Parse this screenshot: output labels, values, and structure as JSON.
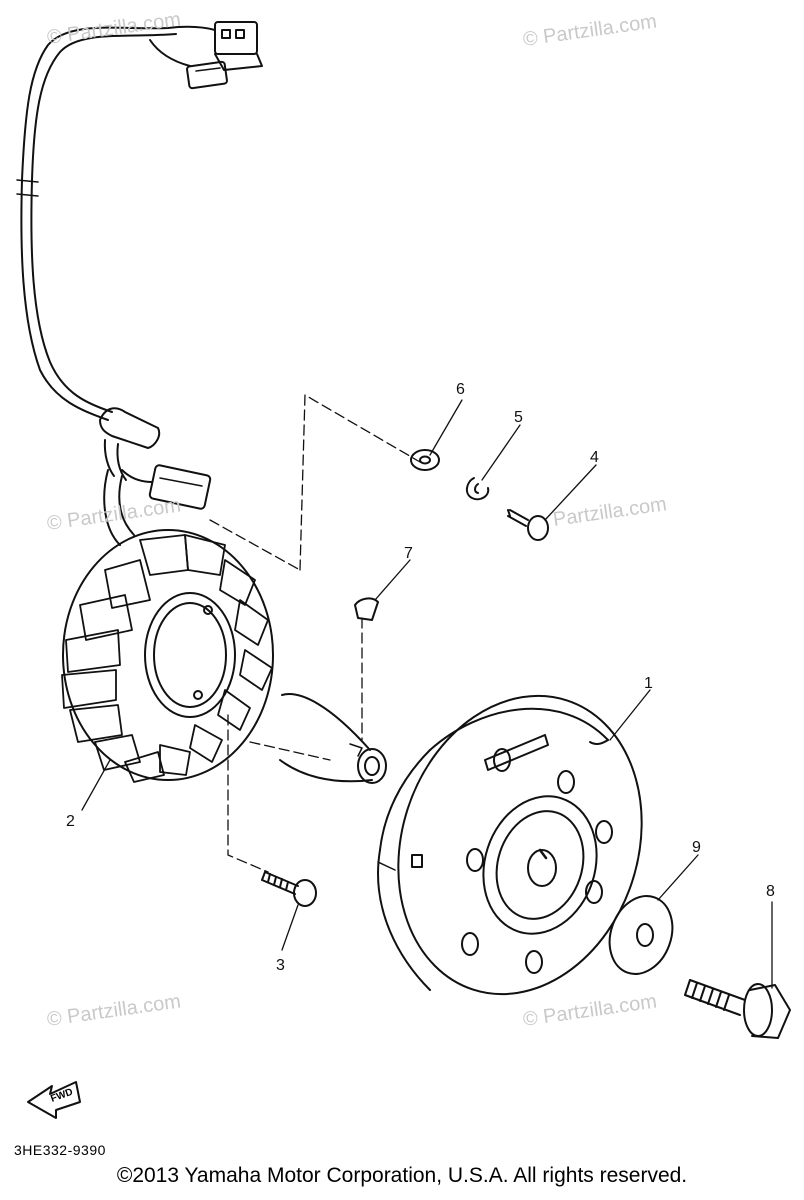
{
  "watermarks": [
    "© Partzilla.com",
    "© Partzilla.com",
    "© Partzilla.com",
    "Partzilla.com",
    "© Partzilla.com",
    "© Partzilla.com"
  ],
  "callouts": {
    "flywheel_rotor": "1",
    "stator_assembly": "2",
    "stator_screw": "3",
    "clamp_screw": "4",
    "lock_washer": "5",
    "plain_washer": "6",
    "woodruff_key": "7",
    "rotor_bolt": "8",
    "rotor_washer": "9"
  },
  "fwd_label": "FWD",
  "diagram_code": "3HE332-9390",
  "copyright": "©2013 Yamaha Motor Corporation, U.S.A. All rights reserved.",
  "colors": {
    "line": "#111111",
    "watermark": "#c9c9c9",
    "background": "#ffffff"
  }
}
